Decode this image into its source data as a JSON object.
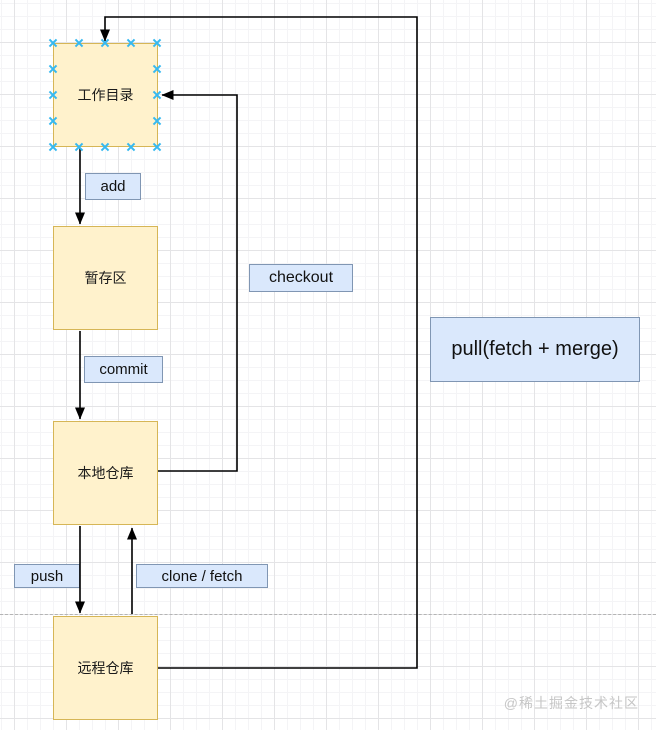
{
  "diagram": {
    "nodes": {
      "working_directory": {
        "label": "工作目录",
        "selected": true
      },
      "staging_area": {
        "label": "暂存区",
        "selected": false
      },
      "local_repository": {
        "label": "本地仓库",
        "selected": false
      },
      "remote_repository": {
        "label": "远程仓库",
        "selected": false
      }
    },
    "edge_labels": {
      "add": {
        "label": "add"
      },
      "commit": {
        "label": "commit"
      },
      "checkout": {
        "label": "checkout"
      },
      "pull": {
        "label": "pull(fetch + merge)"
      },
      "push": {
        "label": "push"
      },
      "clone_fetch": {
        "label": "clone / fetch"
      }
    },
    "watermark": "@稀土掘金技术社区",
    "colors": {
      "node_fill": "#FFF2CC",
      "node_border": "#D6B656",
      "label_fill": "#DAE8FC",
      "label_border": "#8096B3",
      "connection_point": "#36B9F0",
      "connector": "#000000",
      "grid_major": "#E4E4E6",
      "grid_minor": "#F4F4F6",
      "page_boundary": "#B4B4B4",
      "watermark_text": "#C6C6C6"
    }
  }
}
